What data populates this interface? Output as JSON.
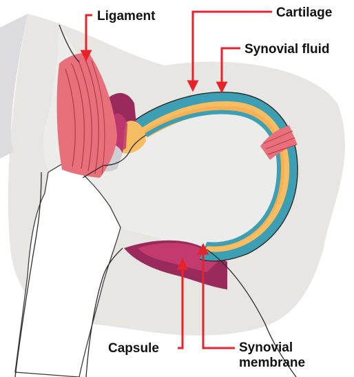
{
  "diagram": {
    "labels": {
      "ligament": "Ligament",
      "cartilage": "Cartilage",
      "synovial_fluid": "Synovial fluid",
      "capsule": "Capsule",
      "synovial_membrane_line1": "Synovial",
      "synovial_membrane_line2": "membrane"
    },
    "colors": {
      "background_tissue": "#e7e6e2",
      "bone": "#ffffff",
      "bone_outline": "#3a3a3a",
      "cartilage": "#3d9fb4",
      "synovial_fluid": "#f7bd62",
      "capsule": "#9a2a5c",
      "synovial_membrane": "#c23a6e",
      "ligament": "#e8707a",
      "leader_line": "#e8222a"
    }
  }
}
